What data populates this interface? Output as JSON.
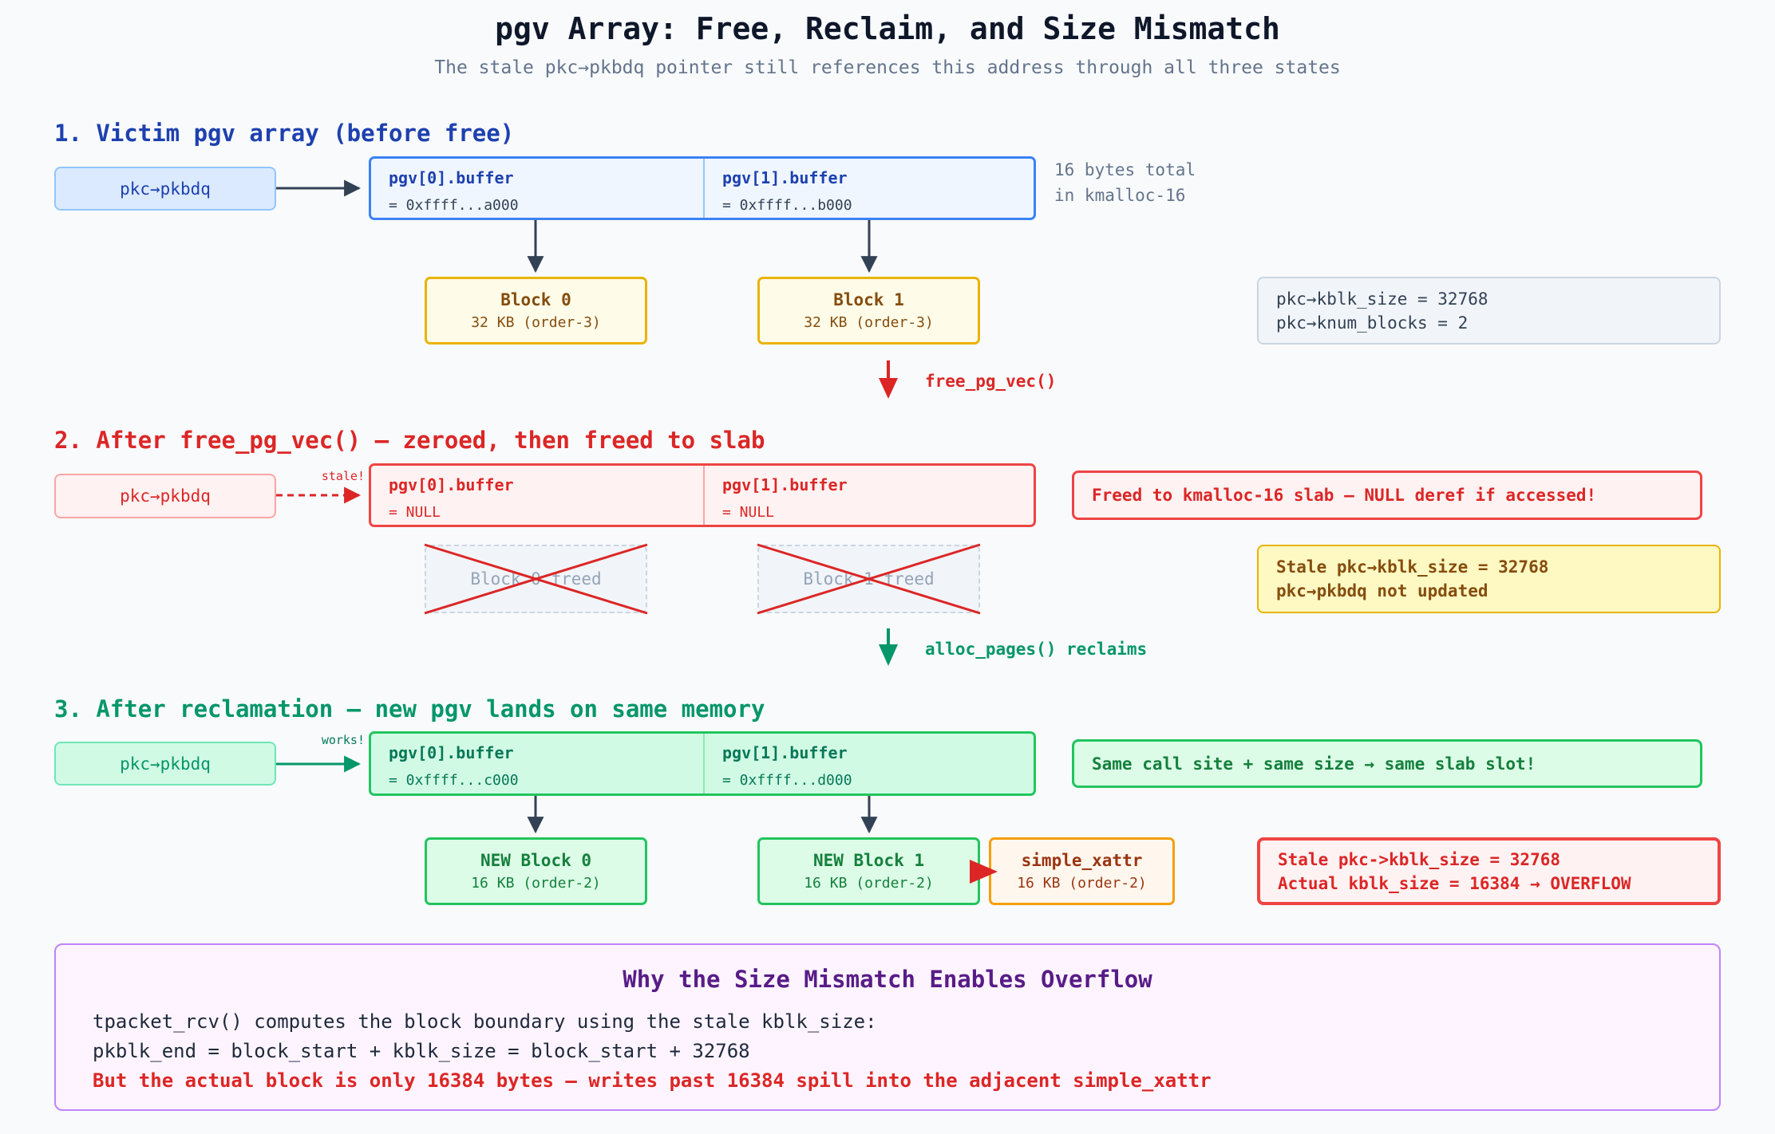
{
  "title": "pgv Array: Free, Reclaim, and Size Mismatch",
  "subtitle": "The stale pkc→pkbdq pointer still references this address through all three states",
  "section1": {
    "heading": "1. Victim pgv array (before free)",
    "pointer": "pkc→pkbdq",
    "cells": [
      {
        "name": "pgv[0].buffer",
        "value": "= 0xffff...a000"
      },
      {
        "name": "pgv[1].buffer",
        "value": "= 0xffff...b000"
      }
    ],
    "size_note": [
      "16 bytes total",
      "in kmalloc-16"
    ],
    "blocks": [
      {
        "name": "Block 0",
        "size": "32 KB (order-3)"
      },
      {
        "name": "Block 1",
        "size": "32 KB (order-3)"
      }
    ],
    "state_note": [
      "pkc→kblk_size = 32768",
      "pkc→knum_blocks = 2"
    ]
  },
  "transition1": "free_pg_vec()",
  "section2": {
    "heading": "2. After free_pg_vec() — zeroed, then freed to slab",
    "pointer": "pkc→pkbdq",
    "pointer_tag": "stale!",
    "cells": [
      {
        "name": "pgv[0].buffer",
        "value": "= NULL"
      },
      {
        "name": "pgv[1].buffer",
        "value": "= NULL"
      }
    ],
    "warning": "Freed to kmalloc-16 slab — NULL deref if accessed!",
    "freed_blocks": [
      "Block 0 freed",
      "Block 1 freed"
    ],
    "stale_note": [
      "Stale pkc→kblk_size = 32768",
      "pkc→pkbdq not updated"
    ]
  },
  "transition2": "alloc_pages() reclaims",
  "section3": {
    "heading": "3. After reclamation — new pgv lands on same memory",
    "pointer": "pkc→pkbdq",
    "pointer_tag": "works!",
    "cells": [
      {
        "name": "pgv[0].buffer",
        "value": "= 0xffff...c000"
      },
      {
        "name": "pgv[1].buffer",
        "value": "= 0xffff...d000"
      }
    ],
    "slot_note": "Same call site + same size → same slab slot!",
    "blocks": [
      {
        "name": "NEW Block 0",
        "size": "16 KB (order-2)"
      },
      {
        "name": "NEW Block 1",
        "size": "16 KB (order-2)"
      }
    ],
    "xattr": {
      "name": "simple_xattr",
      "size": "16 KB (order-2)"
    },
    "overflow_note": [
      "Stale pkc->kblk_size = 32768",
      "Actual kblk_size = 16384 → OVERFLOW"
    ]
  },
  "explain": {
    "heading": "Why the Size Mismatch Enables Overflow",
    "lines": [
      "tpacket_rcv() computes the block boundary using the stale kblk_size:",
      "pkblk_end = block_start + kblk_size = block_start + 32768"
    ],
    "highlight": "But the actual block is only 16384 bytes — writes past 16384 spill into the adjacent simple_xattr"
  },
  "colors": {
    "blue": "#1e40af",
    "red": "#dc2626",
    "green": "#059669",
    "purple": "#581c87",
    "amber": "#eab308",
    "slate": "#334155"
  }
}
